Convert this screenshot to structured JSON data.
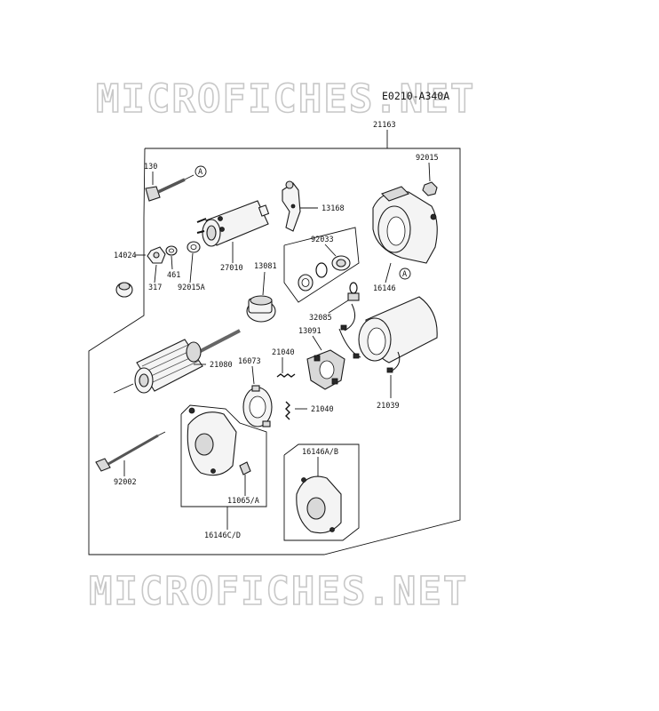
{
  "diagram_code": "E0210-A340A",
  "watermark": "MICROFICHES.NET",
  "callout_letter": "A",
  "labels": {
    "p21163": "21163",
    "p130": "130",
    "p92015": "92015",
    "p13168": "13168",
    "p92033": "92033",
    "p14024": "14024",
    "p461": "461",
    "p317": "317",
    "p92015A": "92015A",
    "p27010": "27010",
    "p13081": "13081",
    "p16146": "16146",
    "p32085": "32085",
    "p13091": "13091",
    "p21080": "21080",
    "p21040a": "21040",
    "p16073": "16073",
    "p21040b": "21040",
    "p21039": "21039",
    "p92002": "92002",
    "p11065A": "11065/A",
    "p16146CD": "16146C/D",
    "p16146AB": "16146A/B"
  }
}
